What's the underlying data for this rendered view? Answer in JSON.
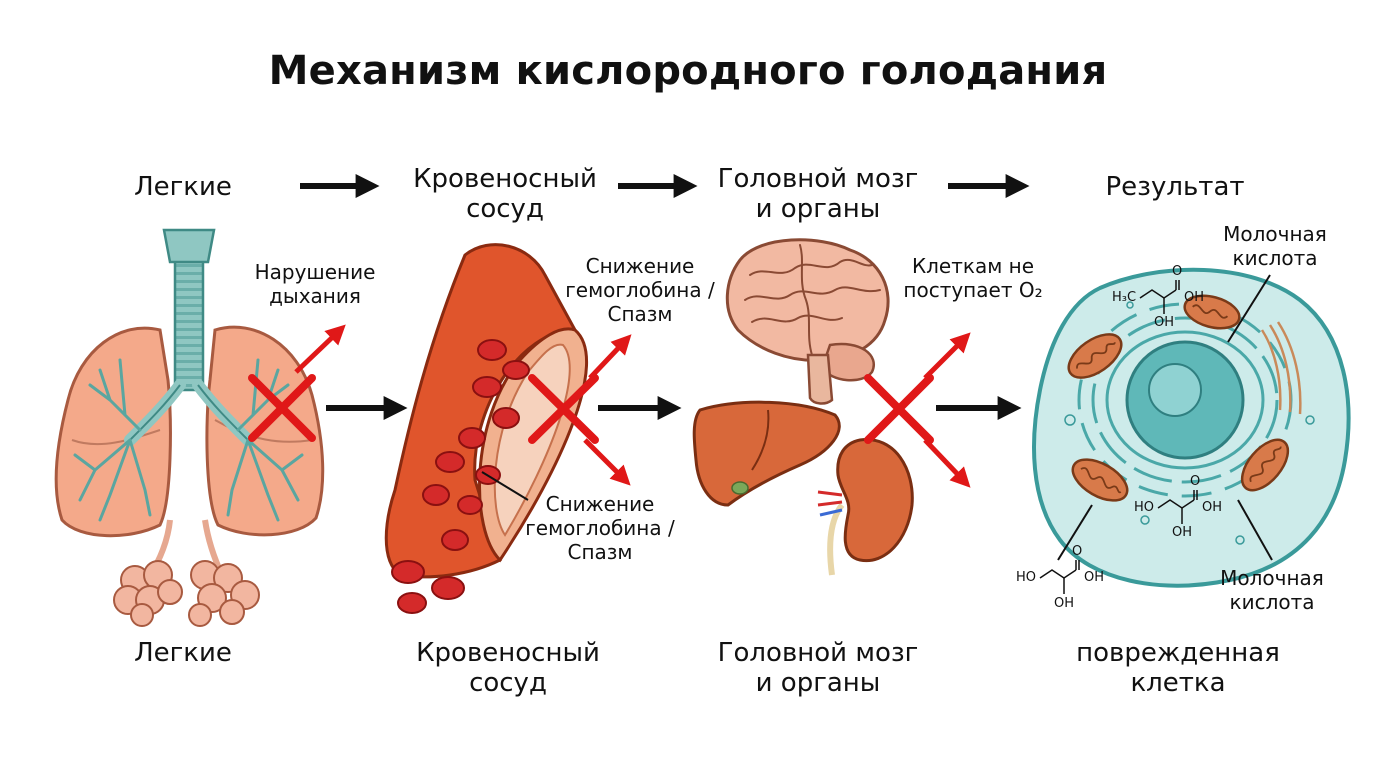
{
  "title": "Механизм кислородного голодания",
  "top_labels": {
    "lungs": "Легкие",
    "vessel_line1": "Кровеносный",
    "vessel_line2": "сосуд",
    "brain_line1": "Головной мозг",
    "brain_line2": "и органы",
    "result": "Результат"
  },
  "bottom_labels": {
    "lungs": "Легкие",
    "vessel_line1": "Кровеносный",
    "vessel_line2": "сосуд",
    "brain_line1": "Головной мозг",
    "brain_line2": "и органы",
    "cell_line1": "поврежденная",
    "cell_line2": "клетка"
  },
  "annotations": {
    "breathing_line1": "Нарушение",
    "breathing_line2": "дыхания",
    "hemoglobin_top_line1": "Снижение",
    "hemoglobin_top_line2": "гемоглобина /",
    "hemoglobin_top_line3": "Спазм",
    "hemoglobin_bottom_line1": "Снижение",
    "hemoglobin_bottom_line2": "гемоглобина /",
    "hemoglobin_bottom_line3": "Спазм",
    "oxygen_line1": "Клеткам не",
    "oxygen_line2": "поступает O₂",
    "lactic_top_line1": "Молочная",
    "lactic_top_line2": "кислота",
    "lactic_bottom_line1": "Молочная",
    "lactic_bottom_line2": "кислота"
  },
  "chem_labels": {
    "h3c": "H₃C",
    "o1": "O",
    "oh1": "OH",
    "oh1b": "OH",
    "ho2": "HO",
    "o2": "O",
    "oh2": "OH",
    "oh2b": "OH",
    "ho3": "HO",
    "o3": "O",
    "oh3": "OH",
    "oh3b": "OH"
  },
  "colors": {
    "lung_fill": "#f4a98a",
    "lung_stroke": "#a85a40",
    "trachea": "#8fc7c2",
    "bronchi": "#5aa6a0",
    "vessel_outer": "#e0552c",
    "vessel_inner": "#f1b18f",
    "blood_cell": "#d42a2a",
    "brain": "#f2b9a2",
    "liver": "#d8683a",
    "kidney": "#d8683a",
    "cell_fill": "#cdebea",
    "cell_stroke": "#3a9a9a",
    "nucleus": "#5fb8b8",
    "mitochondria": "#d87a4a",
    "arrow_black": "#111111",
    "arrow_red": "#e01818",
    "cross_red": "#e01818"
  }
}
